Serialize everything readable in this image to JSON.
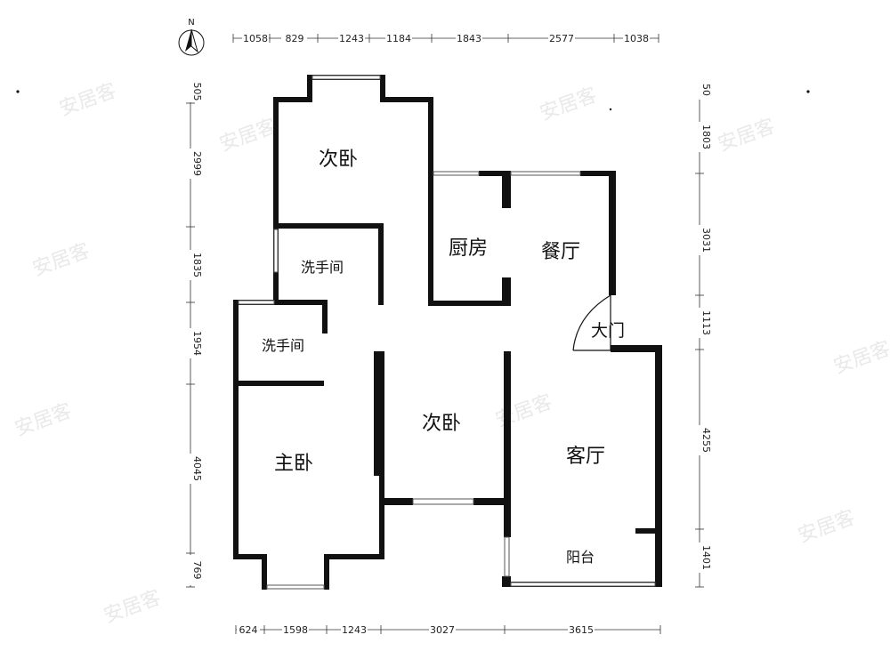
{
  "compass": {
    "north_label": "N"
  },
  "rooms": {
    "bedroom_top": "次卧",
    "kitchen": "厨房",
    "dining": "餐厅",
    "bath_upper": "洗手间",
    "bath_lower": "洗手间",
    "entrance": "大门",
    "bedroom_middle": "次卧",
    "master_bedroom": "主卧",
    "living_room": "客厅",
    "balcony": "阳台"
  },
  "dimensions": {
    "top": [
      "1058",
      "829",
      "1243",
      "1184",
      "1843",
      "2577",
      "1038"
    ],
    "bottom": [
      "624",
      "1598",
      "1243",
      "3027",
      "3615"
    ],
    "left": [
      "505",
      "2999",
      "1835",
      "1954",
      "4045",
      "769"
    ],
    "right": [
      "50",
      "1803",
      "3031",
      "1113",
      "4255",
      "1401"
    ]
  }
}
